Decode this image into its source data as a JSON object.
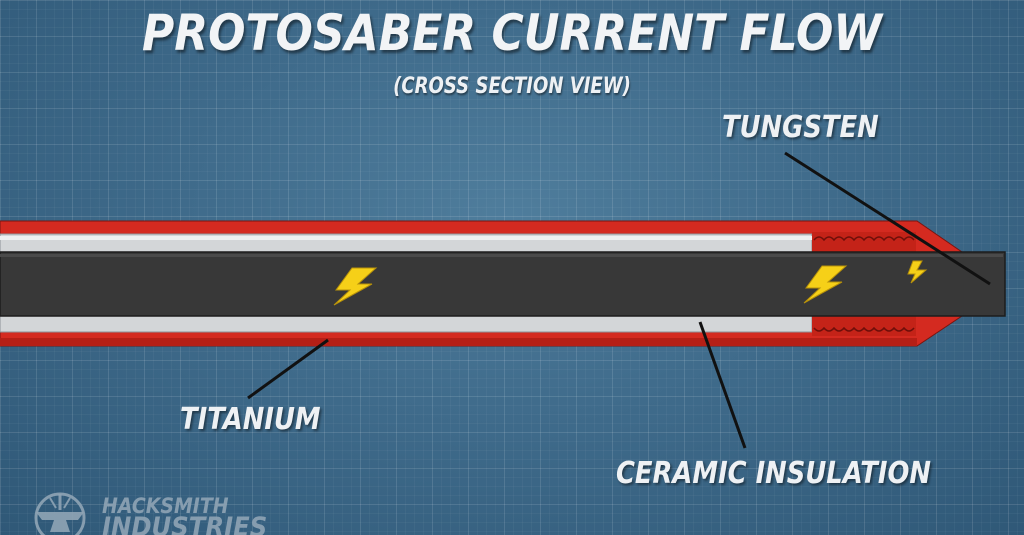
{
  "title": "PROTOSABER CURRENT FLOW",
  "subtitle": "(CROSS SECTION VIEW)",
  "labels": {
    "tungsten": "TUNGSTEN",
    "titanium": "TITANIUM",
    "ceramic_insulation": "CERAMIC INSULATION"
  },
  "logo": {
    "line1": "HACKSMITH",
    "line2": "INDUSTRIES",
    "icon": "anvil-logo-icon"
  },
  "icons": [
    "lightning-bolt-icon",
    "anvil-logo-icon"
  ],
  "colors": {
    "background": "#3f6b8b",
    "titanium_sheath": "#d42a20",
    "ceramic_insulation": "#d3d6d8",
    "tungsten_core": "#383838",
    "lightning_bolt": "#f6d018",
    "text": "#eef1f4"
  }
}
